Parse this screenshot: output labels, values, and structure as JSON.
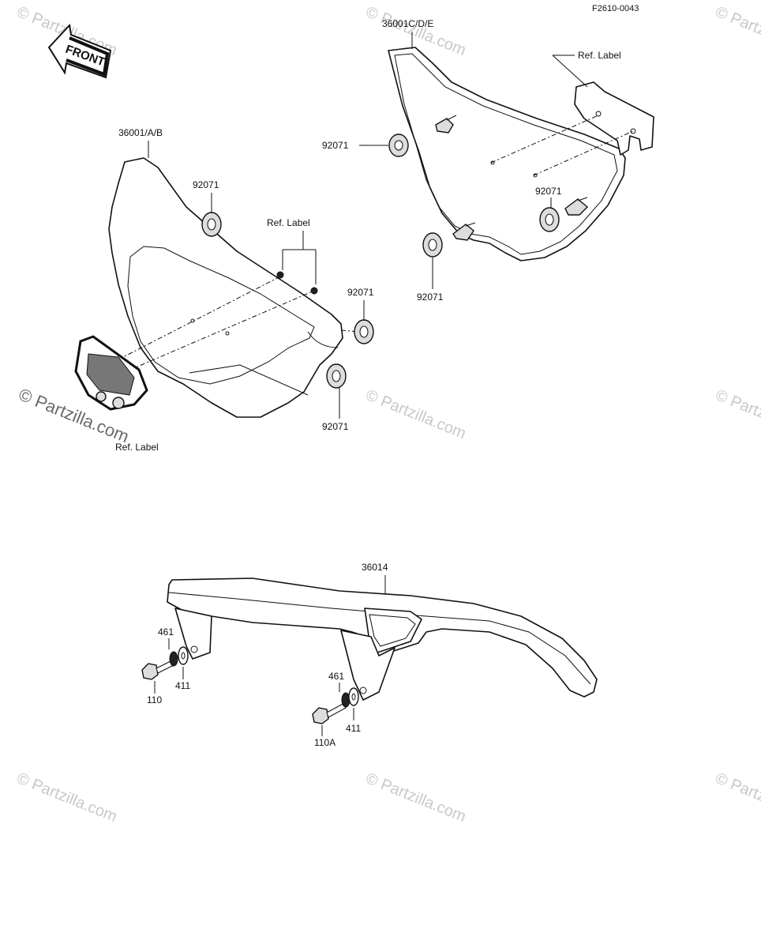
{
  "figure_code": "F2610-0043",
  "front_label": "FRONT",
  "watermark_text": "© Partzilla.com",
  "side_cover_left": {
    "part_no": "36001/A/B",
    "ref_label_top": "Ref.   Label",
    "ref_label_bottom": "Ref.   Label",
    "grommet_1": "92071",
    "grommet_2": "92071",
    "grommet_3": "92071"
  },
  "side_cover_right": {
    "part_no": "36001C/D/E",
    "ref_label": "Ref.   Label",
    "grommet_1": "92071",
    "grommet_2": "92071",
    "grommet_3": "92071"
  },
  "chain_case": {
    "part_no": "36014",
    "front_mount": {
      "washer_461": "461",
      "washer_411": "411",
      "bolt": "110"
    },
    "rear_mount": {
      "washer_461": "461",
      "washer_411": "411",
      "bolt": "110A"
    }
  },
  "colors": {
    "ink": "#111111",
    "watermark": "#c8c8c8",
    "paper": "#ffffff"
  }
}
